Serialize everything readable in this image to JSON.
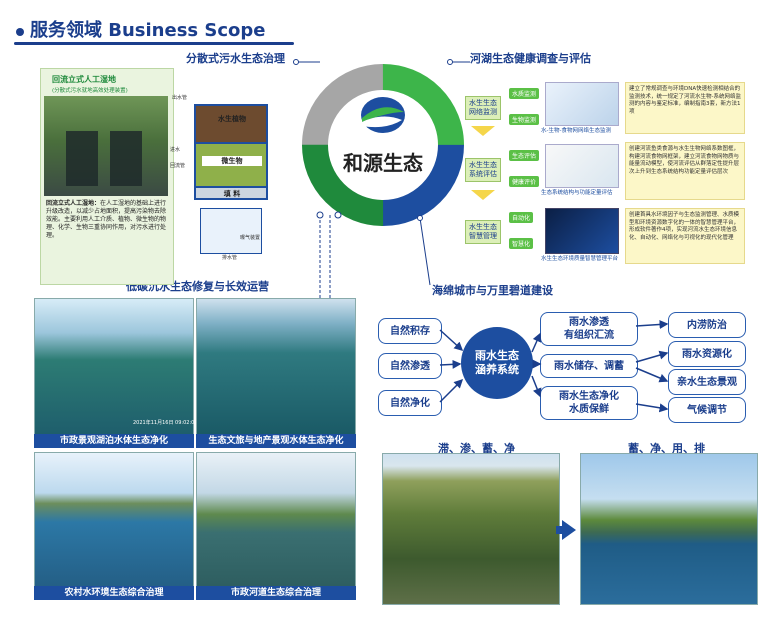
{
  "header": {
    "title": "服务领域 Business Scope"
  },
  "wheel": {
    "center_brand": "和源生态",
    "labels": {
      "top_left": "分散式污水生态治理",
      "top_right": "河湖生态健康调查与评估",
      "bottom_left": "低碳沉水生态修复与长效运营",
      "bottom_right": "海绵城市与万里碧道建设"
    }
  },
  "wetland": {
    "title": "回流立式人工湿地",
    "subtitle": "(分散式污水就地高效处理装置)",
    "desc_bold": "回流立式人工湿地：",
    "desc": "在人工湿地的基础上进行升级改造，以减少占地面积，提高污染物去除效能。主要利用人工介质、植物、微生物的物理、化学、生物三重协同作用，对污水进行处理。",
    "diagram": {
      "plants": "水生植物",
      "microbes": "微生物",
      "filler": "填 料",
      "outlet_top": "出水管",
      "inlet": "进水",
      "return": "回流管",
      "outlet": "排水管",
      "aeration": "曝气装置",
      "sewage": "污水"
    }
  },
  "assessment": {
    "rows": [
      {
        "left": "水生生态\n网络监测",
        "tags": [
          "水质监测",
          "生物监测"
        ],
        "caption": "水-生物-食物网网络生态监测",
        "text": "建立了常规调查与环境DNA快速检测相结合的监测技术，统一规定了河流水生物-系统网络监测的内容与鉴定标准，编制指南3套，新方法1项"
      },
      {
        "left": "水生生态\n系统评估",
        "tags": [
          "生态评估",
          "健康评价"
        ],
        "caption": "生态系统结构与功能定量评估",
        "text": "创建河流鱼类食源与水生生物网络系数图框，构建河流食物网框架，建立河流食物网物质与能量流动模型，使河流评估从群落定性提升层次上升到生态系统结构功能定量评估层次"
      },
      {
        "left": "水生生态\n智慧管理",
        "tags": [
          "自动化",
          "智慧化"
        ],
        "caption": "水生生态环境质量智慧管理平台",
        "text": "创建首具水环境因子与生态监测管理、水质模型和环境资源数字化的一体的智慧管理平台，形成软件著作4项，实现河流水生态环境信息化、自动化、网络化与可视化的现代化管理"
      }
    ]
  },
  "photos": [
    {
      "caption": "市政景观湖泊水体生态净化",
      "timestamp": "2021年11月16日 09:02:00"
    },
    {
      "caption": "生态文旅与地产景观水体生态净化"
    },
    {
      "caption": "农村水环境生态综合治理"
    },
    {
      "caption": "市政河道生态综合治理"
    }
  ],
  "sponge": {
    "inputs": [
      "自然积存",
      "自然渗透",
      "自然净化"
    ],
    "center": "雨水生态\n涵养系统",
    "middle": [
      "雨水渗透\n有组织汇流",
      "雨水储存、调蓄",
      "雨水生态净化\n水质保鲜"
    ],
    "outputs": [
      "内涝防治",
      "雨水资源化",
      "亲水生态景观",
      "气候调节"
    ]
  },
  "bottom": {
    "left_label": "滞、渗、蓄、净",
    "right_label": "蓄、净、用、排"
  },
  "colors": {
    "navy": "#1b3e8c",
    "blue": "#1d4ea0",
    "green": "#3db54a",
    "darkgreen": "#1f8a3c",
    "gray": "#9a9a9a"
  }
}
